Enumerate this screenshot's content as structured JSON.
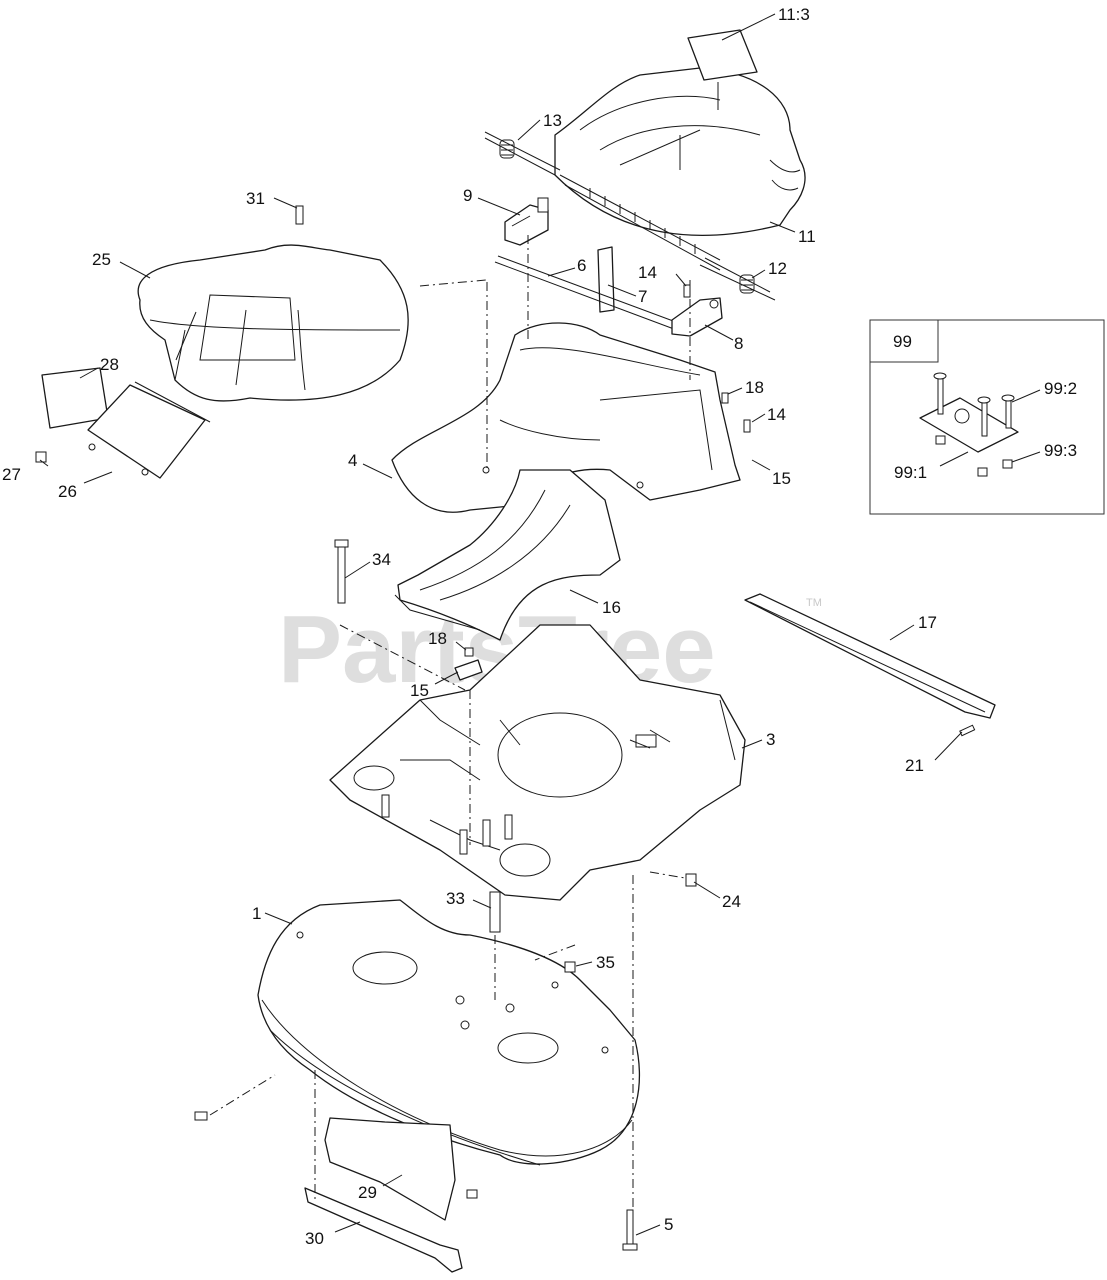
{
  "watermark": {
    "text": "PartsTree",
    "trademark": "TM"
  },
  "callouts": [
    {
      "key": "11_3",
      "text": "11:3"
    },
    {
      "key": "13",
      "text": "13"
    },
    {
      "key": "31",
      "text": "31"
    },
    {
      "key": "9",
      "text": "9"
    },
    {
      "key": "25",
      "text": "25"
    },
    {
      "key": "11",
      "text": "11"
    },
    {
      "key": "6",
      "text": "6"
    },
    {
      "key": "14a",
      "text": "14"
    },
    {
      "key": "12",
      "text": "12"
    },
    {
      "key": "7",
      "text": "7"
    },
    {
      "key": "8",
      "text": "8"
    },
    {
      "key": "28",
      "text": "28"
    },
    {
      "key": "18a",
      "text": "18"
    },
    {
      "key": "14b",
      "text": "14"
    },
    {
      "key": "27",
      "text": "27"
    },
    {
      "key": "4",
      "text": "4"
    },
    {
      "key": "15a",
      "text": "15"
    },
    {
      "key": "26",
      "text": "26"
    },
    {
      "key": "34",
      "text": "34"
    },
    {
      "key": "16",
      "text": "16"
    },
    {
      "key": "17",
      "text": "17"
    },
    {
      "key": "18b",
      "text": "18"
    },
    {
      "key": "15b",
      "text": "15"
    },
    {
      "key": "3",
      "text": "3"
    },
    {
      "key": "21",
      "text": "21"
    },
    {
      "key": "33",
      "text": "33"
    },
    {
      "key": "24",
      "text": "24"
    },
    {
      "key": "1",
      "text": "1"
    },
    {
      "key": "35",
      "text": "35"
    },
    {
      "key": "29",
      "text": "29"
    },
    {
      "key": "5",
      "text": "5"
    },
    {
      "key": "30",
      "text": "30"
    }
  ],
  "inset": {
    "header": "99",
    "callouts": [
      {
        "key": "99_2",
        "text": "99:2"
      },
      {
        "key": "99_1",
        "text": "99:1"
      },
      {
        "key": "99_3",
        "text": "99:3"
      }
    ]
  }
}
